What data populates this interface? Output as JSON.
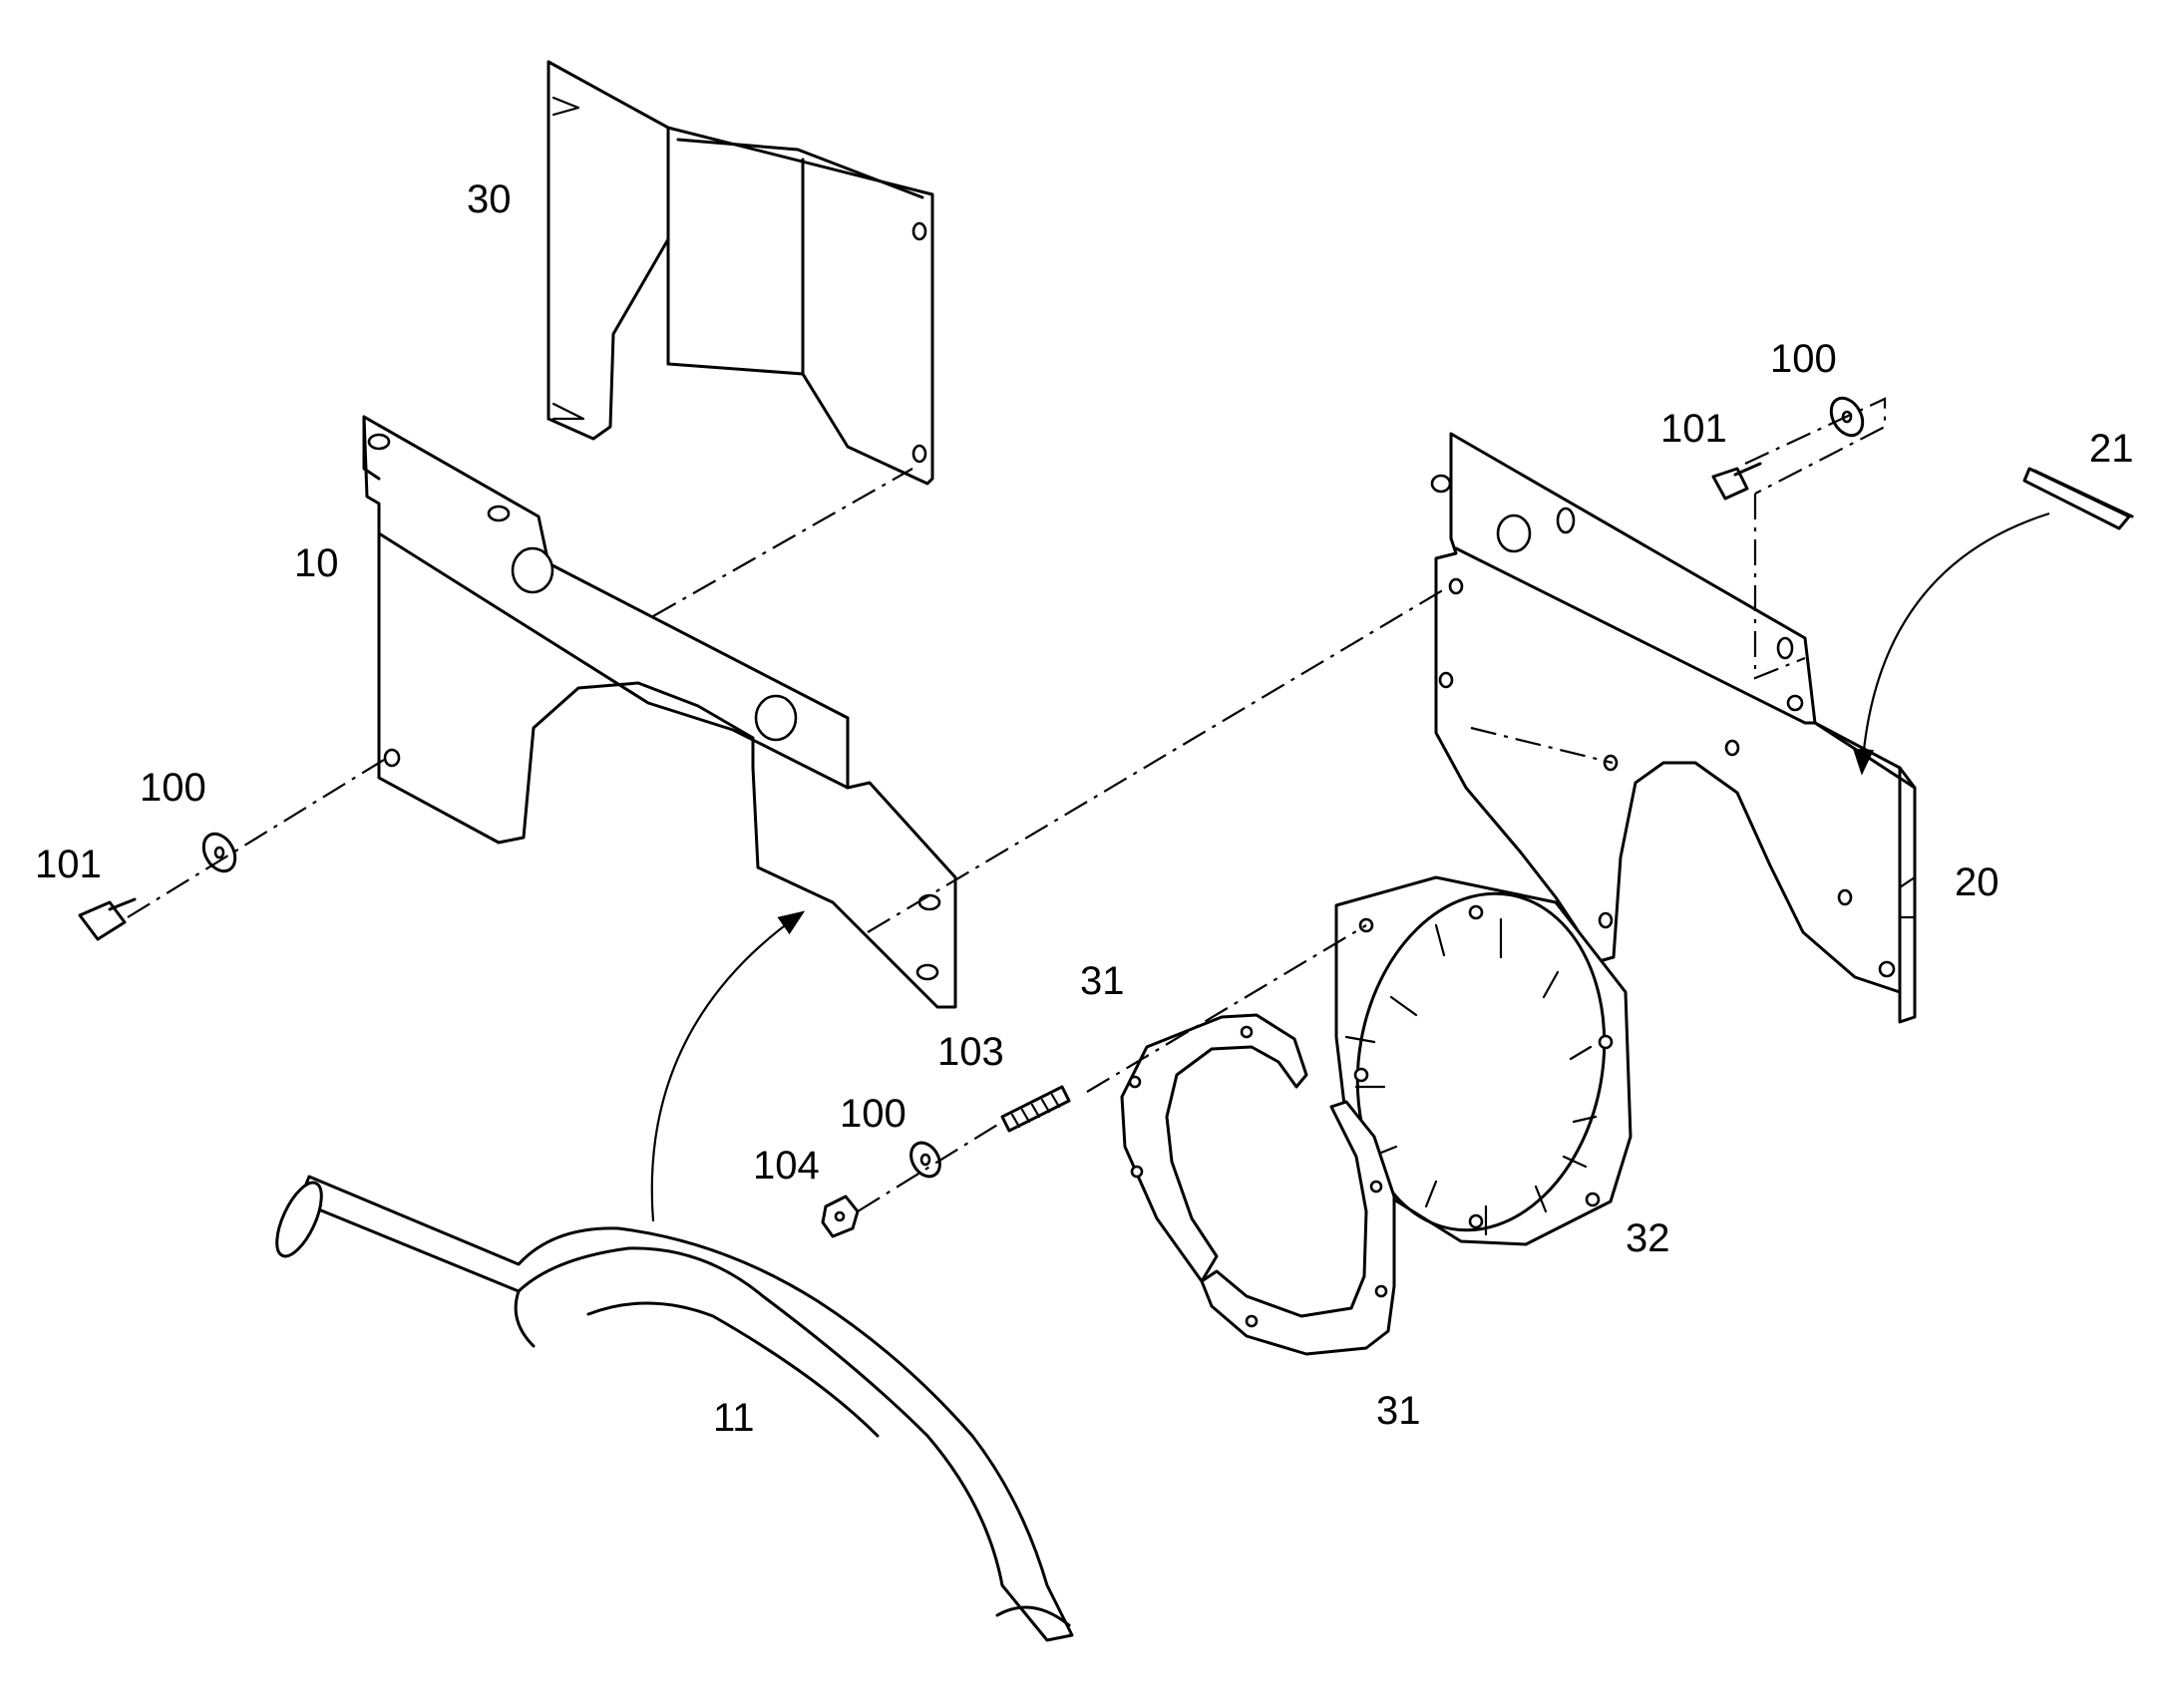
{
  "labels": {
    "l30": "30",
    "l10": "10",
    "l100_left": "100",
    "l101_left": "101",
    "l11": "11",
    "l31_top": "31",
    "l103": "103",
    "l100_mid": "100",
    "l104": "104",
    "l32": "32",
    "l31_bottom": "31",
    "l100_right": "100",
    "l101_right": "101",
    "l21": "21",
    "l20": "20"
  }
}
